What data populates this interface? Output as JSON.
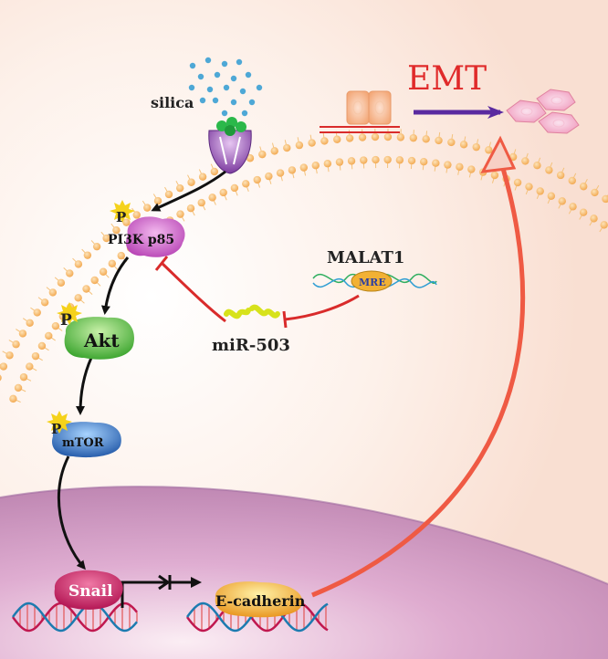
{
  "labels": {
    "emt": "EMT",
    "silica": "silica",
    "malat1": "MALAT1",
    "mre": "MRE",
    "mir503": "miR-503",
    "pi3k": "PI3K p85",
    "akt": "Akt",
    "mtor": "mTOR",
    "snail": "Snail",
    "ecadherin": "E-cadherin",
    "phospho": "P"
  },
  "colors": {
    "background": "#fbe9e0",
    "membrane_head": "#f6b76a",
    "nucleus": "#c88bbd",
    "inhibition": "#d92b2b",
    "emt_text": "#e02a2a",
    "emt_arrow": "#5a2aa0",
    "pi3k": "#b64ab2",
    "akt": "#4cb83a",
    "mtor": "#2c68b6",
    "snail": "#c5195f",
    "ecadherin": "#f2a81a",
    "mir503": "#d7e21b",
    "phospho": "#f5d21b",
    "silica": "#4ea8d6"
  }
}
